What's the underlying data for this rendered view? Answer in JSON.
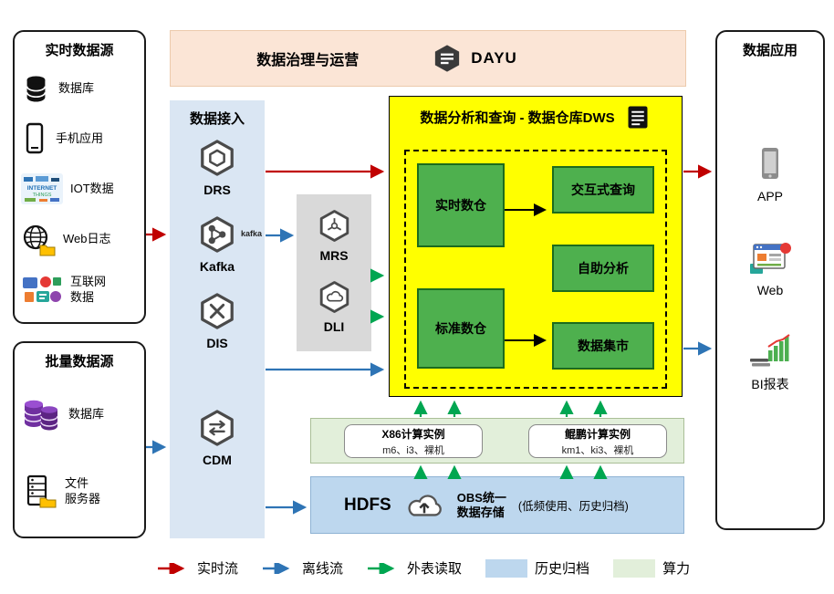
{
  "colors": {
    "realtime_flow": "#c00000",
    "offline_flow": "#2e74b5",
    "external_read": "#00a651",
    "history_archive": "#bdd7ee",
    "compute_power": "#e2efda",
    "dws_background": "#ffff00",
    "warehouse_green": "#4eb04e",
    "banner_background": "#fbe5d6",
    "ingestion_background": "#dae6f3",
    "engines_background": "#d9d9d9"
  },
  "banner": {
    "title": "数据治理与运营",
    "product": "DAYU",
    "icon": "dayu-icon"
  },
  "realtime_sources": {
    "title": "实时数据源",
    "items": [
      {
        "label": "数据库",
        "icon": "database-icon"
      },
      {
        "label": "手机应用",
        "icon": "mobile-phone-icon"
      },
      {
        "label": "IOT数据",
        "icon": "iot-wordcloud-icon",
        "icon_text_1": "INTERNET",
        "icon_text_2": "THINGS"
      },
      {
        "label": "Web日志",
        "icon": "web-globe-folder-icon"
      },
      {
        "label": "互联网\n数据",
        "icon": "internet-collage-icon"
      }
    ]
  },
  "batch_sources": {
    "title": "批量数据源",
    "items": [
      {
        "label": "数据库",
        "icon": "purple-database-cluster-icon"
      },
      {
        "label": "文件\n服务器",
        "icon": "file-server-icon"
      }
    ]
  },
  "ingestion": {
    "title": "数据接入",
    "kafka_logo_text": "kafka",
    "services": [
      {
        "label": "DRS",
        "icon": "drs-hexagon-icon"
      },
      {
        "label": "Kafka",
        "icon": "kafka-hexagon-icon"
      },
      {
        "label": "DIS",
        "icon": "dis-hexagon-icon"
      },
      {
        "label": "CDM",
        "icon": "cdm-hexagon-icon"
      }
    ]
  },
  "engines": {
    "services": [
      {
        "label": "MRS",
        "icon": "mrs-hexagon-icon"
      },
      {
        "label": "DLI",
        "icon": "dli-hexagon-icon"
      }
    ]
  },
  "dws": {
    "title": "数据分析和查询 - 数据仓库DWS",
    "icon": "document-icon",
    "warehouses": [
      "实时数仓",
      "标准数仓"
    ],
    "services": [
      "交互式查询",
      "自助分析",
      "数据集市"
    ]
  },
  "compute": {
    "x86": {
      "title": "X86计算实例",
      "spec": "m6、i3、裸机"
    },
    "kunpeng": {
      "title": "鲲鹏计算实例",
      "spec": "km1、ki3、裸机"
    }
  },
  "storage": {
    "hdfs": "HDFS",
    "obs_line1": "OBS统一",
    "obs_line2": "数据存储",
    "note": "(低频使用、历史归档)",
    "icon": "obs-cloud-upload-icon"
  },
  "applications": {
    "title": "数据应用",
    "items": [
      {
        "label": "APP",
        "icon": "app-phone-icon"
      },
      {
        "label": "Web",
        "icon": "web-browser-icon"
      },
      {
        "label": "BI报表",
        "icon": "bi-chart-icon"
      }
    ]
  },
  "legend": [
    {
      "label": "实时流",
      "type": "arrow",
      "color": "#c00000"
    },
    {
      "label": "离线流",
      "type": "arrow",
      "color": "#2e74b5"
    },
    {
      "label": "外表读取",
      "type": "arrow",
      "color": "#00a651"
    },
    {
      "label": "历史归档",
      "type": "swatch",
      "color": "#bdd7ee"
    },
    {
      "label": "算力",
      "type": "swatch",
      "color": "#e2efda"
    }
  ]
}
